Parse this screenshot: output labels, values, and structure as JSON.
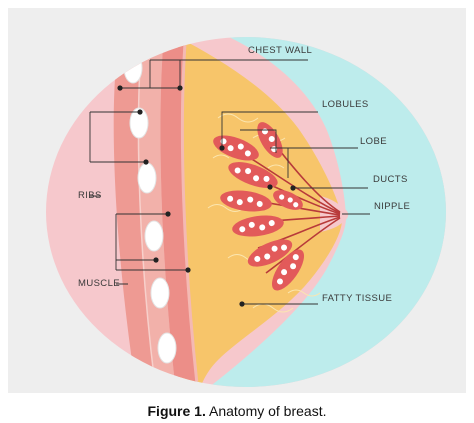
{
  "labels": {
    "chest_wall": "CHEST WALL",
    "lobules": "LOBULES",
    "lobe": "LOBE",
    "ducts": "DUCTS",
    "nipple": "NIPPLE",
    "ribs": "RIBS",
    "muscle": "MUSCLE",
    "fatty_tissue": "FATTY TISSUE"
  },
  "caption": {
    "prefix": "Figure 1.",
    "text": " Anatomy of breast."
  },
  "colors": {
    "panel_bg": "#eeeeee",
    "pink_outer": "#f6c8cc",
    "cyan_breast": "#bdecec",
    "fatty": "#f7c56a",
    "rib_band": "#ee9a93",
    "muscle_band": "#f2b1aa",
    "lobe_red": "#e25a5a",
    "lobe_dots": "#ffffff",
    "leader_line": "#333333",
    "duct": "#b83a3a"
  }
}
